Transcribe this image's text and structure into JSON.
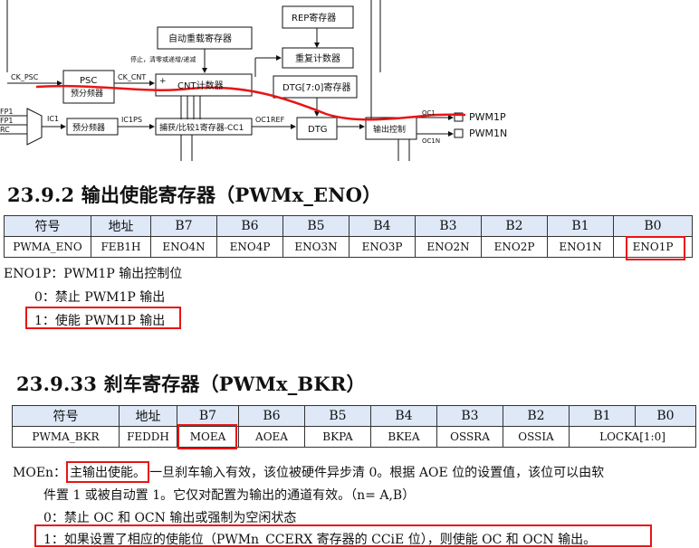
{
  "diagram": {
    "labels": {
      "rep": "REP寄存器",
      "arr": "自动重载寄存器",
      "repcnt": "重复计数器",
      "stop": "停止，清零或递增/递减",
      "ck_psc": "CK_PSC",
      "psc": "PSC",
      "psc_sub": "预分频器",
      "ck_cnt": "CK_CNT",
      "plus": "+",
      "cnt": "CNT计数器",
      "dtg_reg": "DTG[7:0]寄存器",
      "fp1": "FP1",
      "fp1b": "FP1",
      "rc": "RC",
      "ic1": "IC1",
      "prescaler": "预分频器",
      "ic1ps": "IC1PS",
      "ccr1": "捕获/比较1寄存器-CC1",
      "oc1ref": "OC1REF",
      "dtg": "DTG",
      "outctl": "输出控制",
      "oc1": "OC1",
      "oc1n": "OC1N",
      "pwm1p": "PWM1P",
      "pwm1n": "PWM1N"
    }
  },
  "section1": {
    "heading": "23.9.2    输出使能寄存器（PWMx_ENO）",
    "headers": [
      "符号",
      "地址",
      "B7",
      "B6",
      "B5",
      "B4",
      "B3",
      "B2",
      "B1",
      "B0"
    ],
    "row": [
      "PWMA_ENO",
      "FEB1H",
      "ENO4N",
      "ENO4P",
      "ENO3N",
      "ENO3P",
      "ENO2N",
      "ENO2P",
      "ENO1N",
      "ENO1P"
    ],
    "desc_title": "ENO1P：PWM1P 输出控制位",
    "desc_0": "0：禁止 PWM1P 输出",
    "desc_1": "1：使能 PWM1P 输出"
  },
  "section2": {
    "heading": "23.9.33  刹车寄存器（PWMx_BKR）",
    "headers": [
      "符号",
      "地址",
      "B7",
      "B6",
      "B5",
      "B4",
      "B3",
      "B2",
      "B1",
      "B0"
    ],
    "row": [
      "PWMA_BKR",
      "FEDDH",
      "MOEA",
      "AOEA",
      "BKPA",
      "BKEA",
      "OSSRA",
      "OSSIA",
      "LOCKA[1:0]"
    ],
    "moe_prefix": "MOEn：",
    "moe_boxed": "主输出使能。",
    "moe_rest": "一旦刹车输入有效，该位被硬件异步清 0。根据 AOE 位的设置值，该位可以由软",
    "moe_line2": "件置 1 或被自动置 1。它仅对配置为输出的通道有效。（n= A,B）",
    "moe_0": "0：禁止 OC 和 OCN 输出或强制为空闲状态",
    "moe_1": "1：如果设置了相应的使能位（PWMn_CCERX 寄存器的 CCiE 位），则使能 OC 和 OCN 输出。"
  },
  "colors": {
    "highlight": "#e81515",
    "header_bg": "#dfe8f7"
  }
}
